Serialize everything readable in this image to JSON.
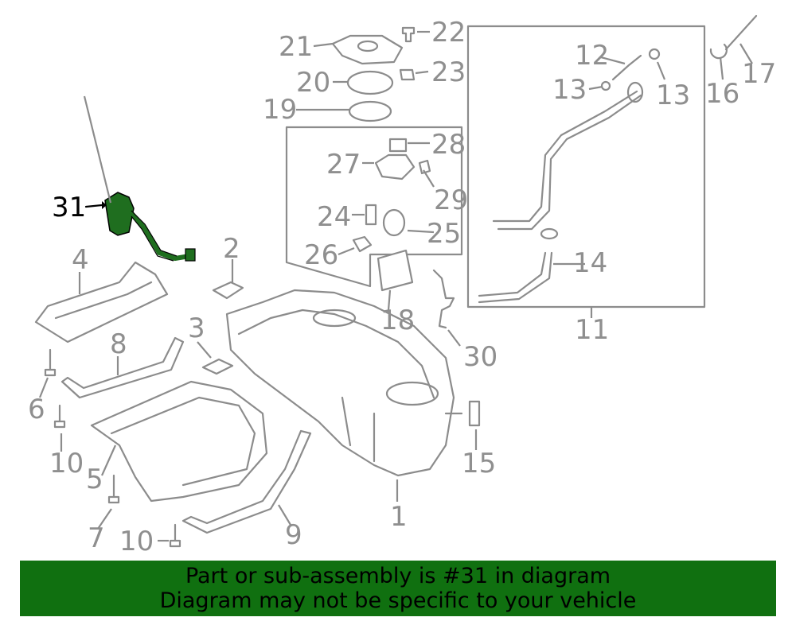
{
  "diagram": {
    "highlighted_part": "31",
    "highlight_color": "#1f6e1f",
    "line_color": "#8c8c8c",
    "callouts": [
      "1",
      "2",
      "3",
      "4",
      "5",
      "6",
      "7",
      "8",
      "9",
      "10",
      "10",
      "11",
      "12",
      "13",
      "13",
      "14",
      "15",
      "16",
      "17",
      "18",
      "19",
      "20",
      "21",
      "22",
      "23",
      "24",
      "25",
      "26",
      "27",
      "28",
      "29",
      "30",
      "31"
    ]
  },
  "banner": {
    "line1": "Part or sub-assembly is #31 in diagram",
    "line2": "Diagram may not be specific to your vehicle",
    "background": "#107010"
  }
}
